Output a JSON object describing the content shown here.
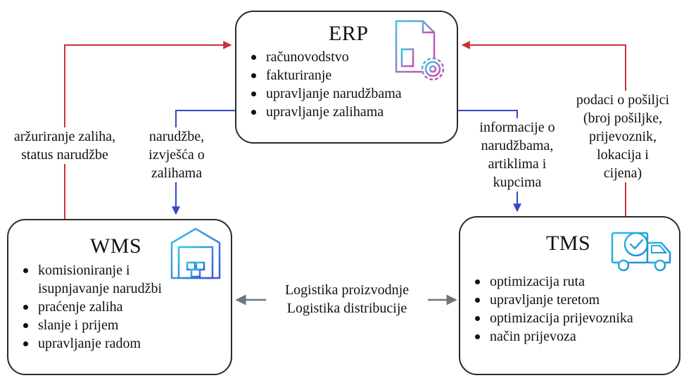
{
  "colors": {
    "up_arrows": "#c8323a",
    "down_arrows": "#3347c4",
    "bidirectional_arrow": "#6b7680",
    "box_border": "#2b2b2b"
  },
  "erp": {
    "title": "ERP",
    "items": [
      "računovodstvo",
      "fakturiranje",
      "upravljanje narudžbama",
      "upravljanje zalihama"
    ],
    "icon": "document-gear-icon"
  },
  "wms": {
    "title": "WMS",
    "items": [
      "komisioniranje i",
      "isupnjavanje narudžbi",
      "praćenje zaliha",
      "slanje i prijem",
      "upravljanje radom"
    ],
    "icon": "warehouse-icon"
  },
  "tms": {
    "title": "TMS",
    "items": [
      "optimizacija ruta",
      "upravljanje teretom",
      "optimizacija prijevoznika",
      "način prijevoza"
    ],
    "icon": "delivery-truck-icon"
  },
  "flows": {
    "wms_to_erp": [
      "aržuriranje zaliha,",
      "status narudžbe"
    ],
    "erp_to_wms": [
      "narudžbe,",
      "izvješća o",
      "zalihama"
    ],
    "erp_to_tms": [
      "informacije o",
      "narudžbama,",
      "artiklima i",
      "kupcima"
    ],
    "tms_to_erp": [
      "podaci o pošiljci",
      "(broj pošiljke,",
      "prijevoznik,",
      "lokacija i",
      "cijena)"
    ],
    "wms_tms": [
      "Logistika proizvodnje",
      "Logistika distribucije"
    ]
  }
}
